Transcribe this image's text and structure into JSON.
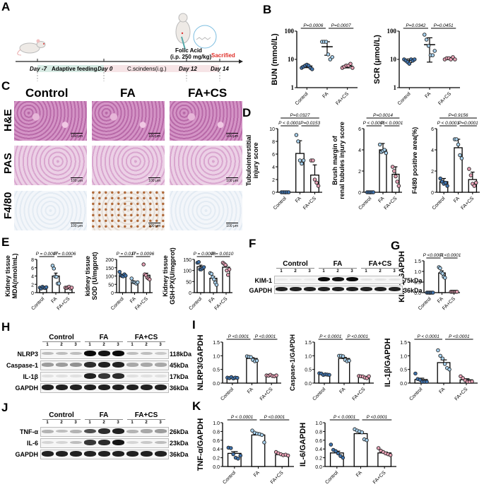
{
  "panels": {
    "A": "A",
    "B": "B",
    "C": "C",
    "D": "D",
    "E": "E",
    "F": "F",
    "G": "G",
    "H": "H",
    "I": "I",
    "J": "J",
    "K": "K"
  },
  "timeline": {
    "day_m7": "Day -7",
    "adaptive": "Adaptive feeding",
    "day0": "Day 0",
    "cs": "C.scindens(i.g.)",
    "day12": "Day 12",
    "day14": "Day 14",
    "folic": "Folic Acid",
    "dose": "(i.p. 250 mg/kg)",
    "sacrificed": "Sacrified",
    "colors": {
      "adaptive": "#d8ebe4",
      "cs": "#f6e4e6",
      "sacrificed": "#e0302a"
    }
  },
  "histology": {
    "columns": [
      "Control",
      "FA",
      "FA+CS"
    ],
    "rows": [
      "H&E",
      "PAS",
      "F4/80"
    ],
    "scale_bar": "100 μm"
  },
  "group_colors": {
    "Control": "#3f74b0",
    "FA": "#a9d3f0",
    "FA+CS": "#eba3b8"
  },
  "chart_data": [
    {
      "id": "bun",
      "type": "scatter",
      "scale": "log",
      "ylabel": [
        "BUN (mmol/L)"
      ],
      "ylim": [
        1,
        100
      ],
      "ticks": [
        1,
        10,
        100
      ],
      "categories": [
        "Control",
        "FA",
        "FA+CS"
      ],
      "means": [
        5.8,
        28,
        5.8
      ],
      "err": [
        0.7,
        14,
        0.8
      ],
      "points": [
        [
          5,
          5.5,
          6,
          6.5,
          6,
          5,
          4.5
        ],
        [
          42,
          42,
          42,
          15,
          10,
          12
        ],
        [
          5,
          5.5,
          6,
          6,
          7,
          5
        ]
      ],
      "pvalues": [
        {
          "text": "P=0.0006",
          "from": 0,
          "to": 1,
          "level": 0
        },
        {
          "text": "P=0.0007",
          "from": 1,
          "to": 2,
          "level": 0
        }
      ]
    },
    {
      "id": "scr",
      "type": "scatter",
      "scale": "log",
      "ylabel": [
        "SCR (μmol/L)"
      ],
      "ylim": [
        1,
        100
      ],
      "ticks": [
        1,
        10,
        100
      ],
      "categories": [
        "Control",
        "FA",
        "FA+CS"
      ],
      "means": [
        9,
        33,
        10.7
      ],
      "err": [
        1.3,
        25,
        1
      ],
      "points": [
        [
          10,
          9,
          8,
          7,
          10,
          9,
          10
        ],
        [
          75,
          50,
          30,
          14,
          14,
          20
        ],
        [
          10,
          11,
          11,
          10,
          12,
          10
        ]
      ],
      "pvalues": [
        {
          "text": "P=0.0342",
          "from": 0,
          "to": 1,
          "level": 0
        },
        {
          "text": "P=0.0451",
          "from": 1,
          "to": 2,
          "level": 0
        }
      ]
    },
    {
      "id": "tubulo",
      "type": "bar",
      "ylabel": [
        "Tubulointerstitial",
        "injury score"
      ],
      "ylim": [
        0,
        10
      ],
      "ticks": [
        0,
        2,
        4,
        6,
        8,
        10
      ],
      "categories": [
        "Control",
        "FA",
        "FA+CS"
      ],
      "means": [
        0,
        6.1,
        2.7
      ],
      "err": [
        0,
        2.0,
        1.6
      ],
      "points": [
        [
          0,
          0,
          0,
          0,
          0
        ],
        [
          9,
          8,
          5,
          4.5,
          5
        ],
        [
          5,
          5,
          2,
          1.5,
          1
        ]
      ],
      "pvalues": [
        {
          "text": "P < 0.0001",
          "from": 0,
          "to": 1,
          "level": 0
        },
        {
          "text": "P=0.0153",
          "from": 1,
          "to": 2,
          "level": 0
        },
        {
          "text": "P=0.0327",
          "from": 0,
          "to": 2,
          "level": 1
        }
      ]
    },
    {
      "id": "brush",
      "type": "bar",
      "ylabel": [
        "Brush margin of",
        "renal tubules injury score"
      ],
      "ylim": [
        0,
        6
      ],
      "ticks": [
        0,
        2,
        4,
        6
      ],
      "categories": [
        "Control",
        "FA",
        "FA+CS"
      ],
      "means": [
        0,
        4.0,
        1.7
      ],
      "err": [
        0,
        0.6,
        0.7
      ],
      "points": [
        [
          0,
          0,
          0,
          0,
          0
        ],
        [
          4.5,
          3.8,
          3.9,
          4,
          3.7
        ],
        [
          2.4,
          2,
          1.5,
          1,
          0.6
        ]
      ],
      "pvalues": [
        {
          "text": "P < 0.0001",
          "from": 0,
          "to": 1,
          "level": 0
        },
        {
          "text": "P < 0.0001",
          "from": 1,
          "to": 2,
          "level": 0
        },
        {
          "text": "P=0.0014",
          "from": 0,
          "to": 2,
          "level": 1
        }
      ]
    },
    {
      "id": "f480",
      "type": "bar",
      "ylabel": [
        "F4/80 positive area(%)"
      ],
      "ylim": [
        0,
        6
      ],
      "ticks": [
        0,
        2,
        4,
        6
      ],
      "categories": [
        "Control",
        "FA",
        "FA+CS"
      ],
      "means": [
        1.0,
        4.2,
        1.2
      ],
      "err": [
        0.3,
        0.8,
        0.7
      ],
      "points": [
        [
          1.3,
          1.0,
          0.8,
          0.9,
          0.6
        ],
        [
          5,
          5,
          4.5,
          3.5,
          3.2
        ],
        [
          2.2,
          1.6,
          0.8,
          0.6,
          0.9
        ]
      ],
      "pvalues": [
        {
          "text": "P < 0.0001",
          "from": 0,
          "to": 1,
          "level": 0
        },
        {
          "text": "P=0.0001",
          "from": 1,
          "to": 2,
          "level": 0
        },
        {
          "text": "P=0.9156",
          "from": 0,
          "to": 2,
          "level": 1
        }
      ]
    },
    {
      "id": "mda",
      "type": "bar",
      "ylabel": [
        "Kidney tissue",
        "MDA(nmol/mL)"
      ],
      "ylim": [
        0,
        8
      ],
      "ticks": [
        0,
        2,
        4,
        6,
        8
      ],
      "categories": [
        "Control",
        "FA",
        "FA+CS"
      ],
      "means": [
        1.2,
        4.0,
        1.2
      ],
      "err": [
        0.1,
        0.7,
        0.1
      ],
      "points": [
        [
          1.2,
          1.0,
          1.4,
          1.2,
          1.1,
          1.3
        ],
        [
          6.5,
          5.8,
          3.9,
          3.8,
          2.2,
          2.2
        ],
        [
          1.2,
          1.1,
          1.3,
          1.4,
          1.0,
          1.2
        ]
      ],
      "pvalues": [
        {
          "text": "P = 0.0007",
          "from": 0,
          "to": 1,
          "level": 0
        },
        {
          "text": "P = 0.0006",
          "from": 1,
          "to": 2,
          "level": 0
        }
      ]
    },
    {
      "id": "sod",
      "type": "bar",
      "ylabel": [
        "kidney tissue",
        "SOD (U/mgprot)"
      ],
      "ylim": [
        0,
        200
      ],
      "ticks": [
        0,
        50,
        100,
        150,
        200
      ],
      "categories": [
        "Control",
        "FA",
        "FA+CS"
      ],
      "means": [
        105,
        64,
        105
      ],
      "err": [
        5,
        4,
        12
      ],
      "points": [
        [
          125,
          105,
          100,
          98,
          110,
          102
        ],
        [
          85,
          65,
          62,
          60,
          55,
          62
        ],
        [
          170,
          110,
          105,
          90,
          85,
          80
        ]
      ],
      "pvalues": [
        {
          "text": "P = 0.017",
          "from": 0,
          "to": 1,
          "level": 0
        },
        {
          "text": "P = 0.0096",
          "from": 1,
          "to": 2,
          "level": 0
        }
      ]
    },
    {
      "id": "gsh",
      "type": "bar",
      "ylabel": [
        "Kidney tissue",
        "GSH-PX(U/mgprot)"
      ],
      "ylim": [
        0,
        150
      ],
      "ticks": [
        0,
        50,
        100,
        150
      ],
      "categories": [
        "Control",
        "FA",
        "FA+CS"
      ],
      "means": [
        117,
        65,
        115
      ],
      "err": [
        7,
        8,
        8
      ],
      "points": [
        [
          135,
          138,
          105,
          105,
          110,
          115
        ],
        [
          88,
          85,
          70,
          60,
          45,
          35
        ],
        [
          135,
          130,
          125,
          100,
          80,
          105
        ]
      ],
      "pvalues": [
        {
          "text": "P = 0.0008",
          "from": 0,
          "to": 1,
          "level": 0
        },
        {
          "text": "P = 0.0010",
          "from": 1,
          "to": 2,
          "level": 0
        }
      ]
    },
    {
      "id": "kim1",
      "type": "bar",
      "ylabel": [
        "KIM-1/GAPDH"
      ],
      "ylim": [
        0,
        1.5
      ],
      "ticks": [
        0,
        0.5,
        1.0,
        1.5
      ],
      "categories": [
        "Control",
        "FA",
        "FA+CS"
      ],
      "means": [
        0,
        0.93,
        0.04
      ],
      "err": [
        0,
        0.1,
        0.01
      ],
      "points": [
        [
          0,
          0,
          0,
          0,
          0,
          0
        ],
        [
          1.2,
          1.15,
          0.95,
          0.9,
          0.75,
          0.7
        ],
        [
          0.04,
          0.04,
          0.04,
          0.04,
          0.04,
          0.04
        ]
      ],
      "pvalues": [
        {
          "text": "P <0.0001",
          "from": 0,
          "to": 1,
          "level": 0
        },
        {
          "text": "P <0.0001",
          "from": 1,
          "to": 2,
          "level": 0
        }
      ]
    },
    {
      "id": "nlrp3",
      "type": "bar",
      "ylabel": [
        "NLRP3/GAPDH"
      ],
      "ylim": [
        0,
        1.5
      ],
      "ticks": [
        0,
        0.5,
        1.0,
        1.5
      ],
      "categories": [
        "Control",
        "FA",
        "FA+CS"
      ],
      "means": [
        0.2,
        0.9,
        0.27
      ],
      "err": [
        0.02,
        0.03,
        0.02
      ],
      "points": [
        [
          0.2,
          0.18,
          0.22,
          0.17,
          0.2,
          0.19
        ],
        [
          0.98,
          0.96,
          0.95,
          0.85,
          0.8,
          0.82
        ],
        [
          0.28,
          0.27,
          0.3,
          0.26,
          0.25,
          0.28
        ]
      ],
      "pvalues": [
        {
          "text": "P <0.0001",
          "from": 0,
          "to": 1,
          "level": 0
        },
        {
          "text": "P <0.0001",
          "from": 1,
          "to": 2,
          "level": 0
        }
      ]
    },
    {
      "id": "casp1",
      "type": "bar",
      "ylabel": [
        "Caspase-1/GAPDH"
      ],
      "ylim": [
        0,
        1.5
      ],
      "ticks": [
        0,
        0.5,
        1.0,
        1.5
      ],
      "categories": [
        "Control",
        "FA",
        "FA+CS"
      ],
      "means": [
        0.32,
        0.9,
        0.23
      ],
      "err": [
        0.02,
        0.04,
        0.02
      ],
      "points": [
        [
          0.36,
          0.35,
          0.3,
          0.32,
          0.31,
          0.3
        ],
        [
          1.0,
          1.0,
          0.98,
          0.85,
          0.8,
          0.82
        ],
        [
          0.26,
          0.25,
          0.24,
          0.2,
          0.18,
          0.25
        ]
      ],
      "pvalues": [
        {
          "text": "P < 0.0001",
          "from": 0,
          "to": 1,
          "level": 0
        },
        {
          "text": "P <0.0001",
          "from": 1,
          "to": 2,
          "level": 0
        }
      ]
    },
    {
      "id": "il1b",
      "type": "bar",
      "ylabel": [
        "IL-1β/GAPDH"
      ],
      "ylim": [
        0,
        1.5
      ],
      "ticks": [
        0,
        0.5,
        1.0,
        1.5
      ],
      "categories": [
        "Control",
        "FA",
        "FA+CS"
      ],
      "means": [
        0.13,
        0.75,
        0.12
      ],
      "err": [
        0.05,
        0.1,
        0.04
      ],
      "points": [
        [
          0.35,
          0.15,
          0.12,
          0.05,
          0.05,
          0.05
        ],
        [
          1.2,
          1.0,
          0.9,
          0.7,
          0.55,
          0.5
        ],
        [
          0.25,
          0.18,
          0.1,
          0.05,
          0.05,
          0.06
        ]
      ],
      "pvalues": [
        {
          "text": "P < 0.0001",
          "from": 0,
          "to": 1,
          "level": 0
        },
        {
          "text": "P <0.0001",
          "from": 1,
          "to": 2,
          "level": 0
        }
      ]
    },
    {
      "id": "tnfa",
      "type": "bar",
      "ylabel": [
        "TNF-α/GAPDH"
      ],
      "ylim": [
        0,
        1.0
      ],
      "ticks": [
        0,
        0.2,
        0.4,
        0.6,
        0.8,
        1.0
      ],
      "categories": [
        "Control",
        "FA",
        "FA+CS"
      ],
      "means": [
        0.3,
        0.72,
        0.27
      ],
      "err": [
        0.04,
        0.03,
        0.01
      ],
      "points": [
        [
          0.43,
          0.42,
          0.28,
          0.2,
          0.18,
          0.25
        ],
        [
          0.82,
          0.77,
          0.75,
          0.74,
          0.72,
          0.55
        ],
        [
          0.33,
          0.3,
          0.28,
          0.26,
          0.27,
          0.25
        ]
      ],
      "pvalues": [
        {
          "text": "P < 0.0001",
          "from": 0,
          "to": 1,
          "level": 0
        },
        {
          "text": "P <0.0001",
          "from": 1,
          "to": 2,
          "level": 0
        }
      ]
    },
    {
      "id": "il6",
      "type": "bar",
      "ylabel": [
        "IL-6/GAPDH"
      ],
      "ylim": [
        0,
        1.0
      ],
      "ticks": [
        0,
        0.2,
        0.4,
        0.6,
        0.8,
        1.0
      ],
      "categories": [
        "Control",
        "FA",
        "FA+CS"
      ],
      "means": [
        0.31,
        0.75,
        0.31
      ],
      "err": [
        0.04,
        0.04,
        0.02
      ],
      "points": [
        [
          0.5,
          0.38,
          0.35,
          0.3,
          0.24,
          0.2
        ],
        [
          0.85,
          0.82,
          0.8,
          0.78,
          0.62,
          0.6
        ],
        [
          0.42,
          0.36,
          0.33,
          0.3,
          0.28,
          0.26
        ]
      ],
      "pvalues": [
        {
          "text": "P < 0.0001",
          "from": 0,
          "to": 1,
          "level": 0
        },
        {
          "text": "P <0.0001",
          "from": 1,
          "to": 2,
          "level": 0
        }
      ]
    }
  ],
  "blots": {
    "F": {
      "groups": [
        "Control",
        "FA",
        "FA+CS"
      ],
      "lanes": [
        "1",
        "2",
        "3"
      ],
      "rows": [
        {
          "label": "KIM-1",
          "kda": "75kDa",
          "intensity": [
            0,
            0,
            0,
            1,
            0.95,
            1,
            0.03,
            0.03,
            0.03
          ]
        },
        {
          "label": "GAPDH",
          "kda": "36kDa",
          "intensity": [
            0.9,
            0.9,
            0.9,
            0.9,
            0.9,
            0.9,
            0.9,
            0.9,
            0.9
          ]
        }
      ]
    },
    "H": {
      "groups": [
        "Control",
        "FA",
        "FA+CS"
      ],
      "lanes": [
        "1",
        "2",
        "3"
      ],
      "rows": [
        {
          "label": "NLRP3",
          "kda": "118kDa",
          "intensity": [
            0.2,
            0.2,
            0.2,
            1,
            0.95,
            1,
            0.2,
            0.2,
            0.15
          ]
        },
        {
          "label": "Caspase-1",
          "kda": "45kDa",
          "intensity": [
            0.35,
            0.35,
            0.4,
            0.85,
            0.9,
            0.9,
            0.3,
            0.3,
            0.3
          ]
        },
        {
          "label": "IL-1β",
          "kda": "17kDa",
          "intensity": [
            0.05,
            0.05,
            0.05,
            0.9,
            0.8,
            0.85,
            0.05,
            0.05,
            0.05
          ]
        },
        {
          "label": "GAPDH",
          "kda": "36kDa",
          "intensity": [
            0.9,
            0.9,
            0.9,
            0.9,
            0.9,
            0.9,
            0.9,
            0.9,
            0.9
          ]
        }
      ]
    },
    "J": {
      "groups": [
        "Control",
        "FA",
        "FA+CS"
      ],
      "lanes": [
        "1",
        "2",
        "3"
      ],
      "rows": [
        {
          "label": "TNF-α",
          "kda": "26kDa",
          "intensity": [
            0.25,
            0.2,
            0.25,
            0.7,
            0.85,
            0.9,
            0.25,
            0.3,
            0.35
          ]
        },
        {
          "label": "IL-6",
          "kda": "23kDa",
          "intensity": [
            0.1,
            0.1,
            0.2,
            0.8,
            0.85,
            0.95,
            0.1,
            0.15,
            0.2
          ]
        },
        {
          "label": "GAPDH",
          "kda": "36kDa",
          "intensity": [
            0.9,
            0.9,
            0.9,
            0.9,
            0.9,
            0.9,
            0.9,
            0.9,
            0.9
          ]
        }
      ]
    }
  }
}
